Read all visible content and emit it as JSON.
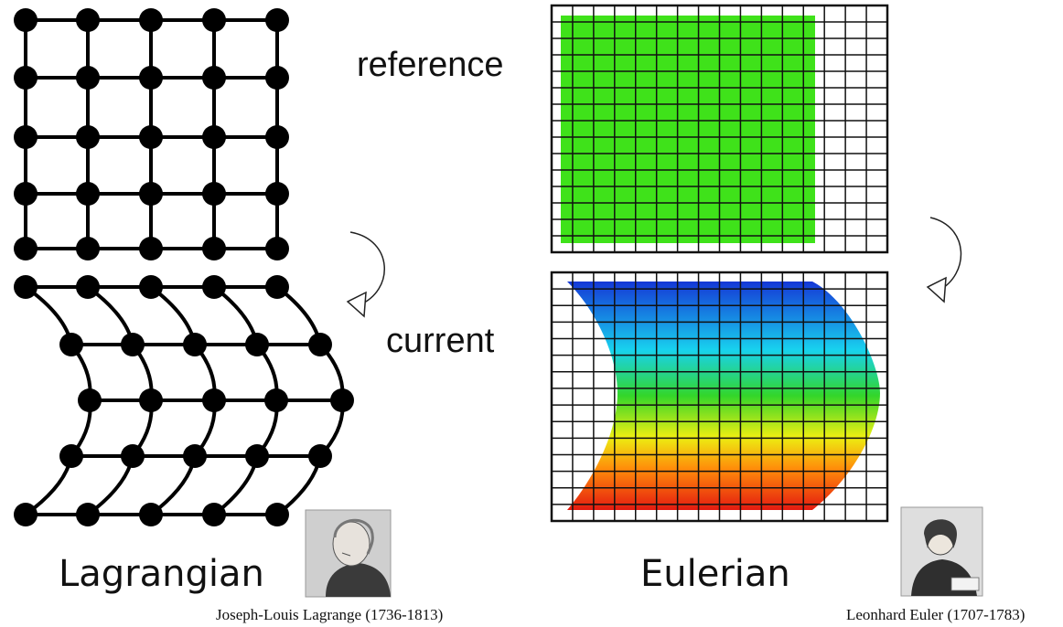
{
  "labels": {
    "reference": "reference",
    "current": "current",
    "lagrangian": "Lagrangian",
    "eulerian": "Eulerian"
  },
  "captions": {
    "lagrange": "Joseph-Louis Lagrange (1736-1813)",
    "euler": "Leonhard Euler (1707-1783)"
  },
  "colors": {
    "reference_fill": "#3fe21a",
    "grid_line": "#111111",
    "node": "#000000",
    "gradient_top": "#1538d6",
    "gradient_cyan": "#18d2ee",
    "gradient_green": "#33d62a",
    "gradient_yellow": "#ecef12",
    "gradient_orange": "#ff8c0a",
    "gradient_bottom": "#e41a10"
  },
  "icons": [
    "curved-arrow-icon",
    "curved-arrow-icon",
    "lagrange-portrait-icon",
    "euler-portrait-icon"
  ]
}
